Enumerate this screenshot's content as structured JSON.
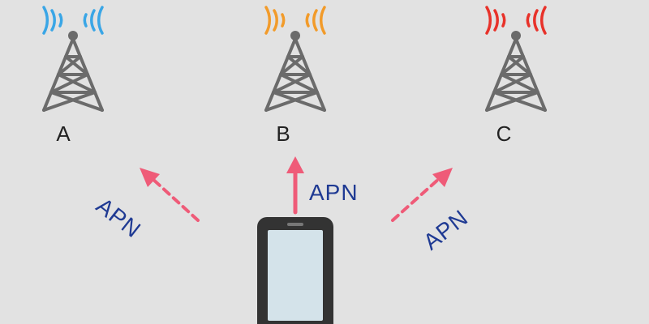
{
  "diagram": {
    "towers": [
      {
        "label": "A",
        "signal_color": "#3aa6e6"
      },
      {
        "label": "B",
        "signal_color": "#f29b2a"
      },
      {
        "label": "C",
        "signal_color": "#e8322a"
      }
    ],
    "connections": [
      {
        "label": "APN",
        "style": "dashed",
        "target": "A"
      },
      {
        "label": "APN",
        "style": "solid",
        "target": "B"
      },
      {
        "label": "APN",
        "style": "dashed",
        "target": "C"
      }
    ],
    "colors": {
      "background": "#e2e2e2",
      "tower": "#6b6b6b",
      "arrow": "#ef5b78",
      "apn_text": "#1f3a93",
      "phone_body": "#333333",
      "phone_screen": "#d4e3ea"
    },
    "device": {
      "icon": "smartphone-icon"
    }
  }
}
